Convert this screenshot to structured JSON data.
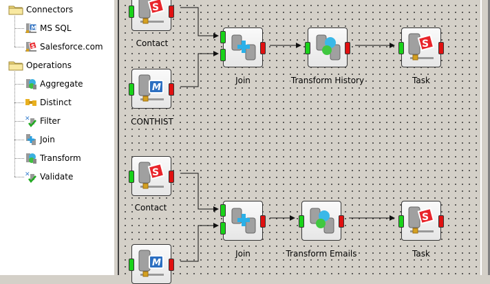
{
  "sidebar": {
    "groups": [
      {
        "label": "Connectors",
        "icon": "folder-icon",
        "items": [
          {
            "label": "MS SQL",
            "icon": "ms-sql-connector-icon"
          },
          {
            "label": "Salesforce.com",
            "icon": "salesforce-connector-icon"
          }
        ]
      },
      {
        "label": "Operations",
        "icon": "folder-icon",
        "items": [
          {
            "label": "Aggregate",
            "icon": "aggregate-icon"
          },
          {
            "label": "Distinct",
            "icon": "distinct-icon"
          },
          {
            "label": "Filter",
            "icon": "filter-icon"
          },
          {
            "label": "Join",
            "icon": "join-icon"
          },
          {
            "label": "Transform",
            "icon": "transform-icon"
          },
          {
            "label": "Validate",
            "icon": "validate-icon"
          }
        ]
      }
    ]
  },
  "canvas": {
    "flows": [
      {
        "nodes": [
          {
            "label": "Contact",
            "type": "salesforce-source"
          },
          {
            "label": "CONTHIST",
            "type": "ms-sql-source"
          },
          {
            "label": "Join",
            "type": "join"
          },
          {
            "label": "Transform History",
            "type": "transform"
          },
          {
            "label": "Task",
            "type": "salesforce-target"
          }
        ]
      },
      {
        "nodes": [
          {
            "label": "Contact",
            "type": "salesforce-source"
          },
          {
            "label": "",
            "type": "ms-sql-source"
          },
          {
            "label": "Join",
            "type": "join"
          },
          {
            "label": "Transform Emails",
            "type": "transform"
          },
          {
            "label": "Task",
            "type": "salesforce-target"
          }
        ]
      }
    ]
  },
  "colors": {
    "input_port": "#19d219",
    "output_port": "#e01010",
    "canvas_bg": "#d4d0c8",
    "salesforce_red": "#e8242a",
    "mssql_blue": "#2c6fc1"
  }
}
